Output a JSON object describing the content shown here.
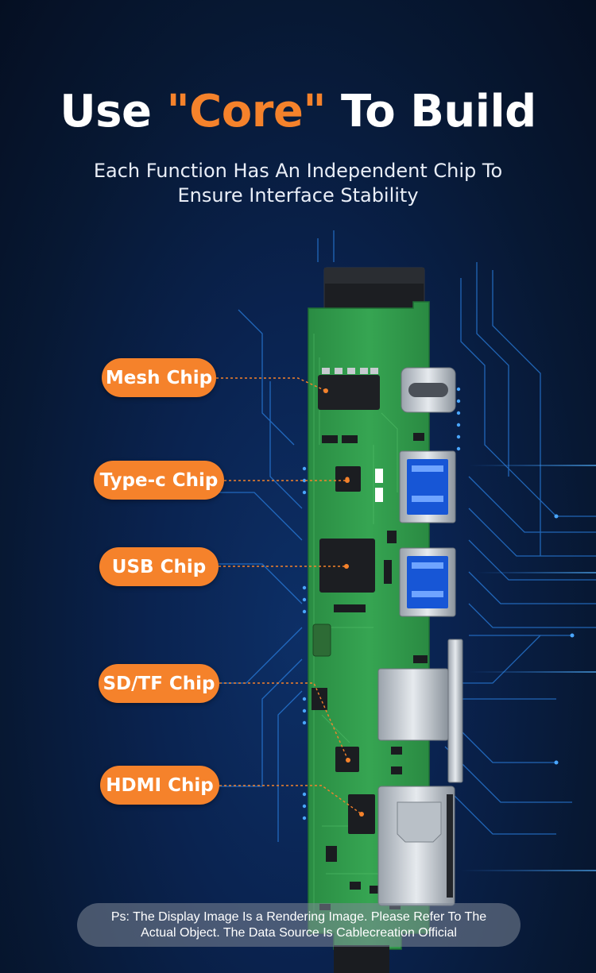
{
  "headline": {
    "prefix": "Use ",
    "highlight": "\"Core\"",
    "suffix": " To Build"
  },
  "subtitle": "Each Function Has An Independent Chip To\nEnsure Interface Stability",
  "chip_labels": [
    "Mesh Chip",
    "Type-c Chip",
    "USB Chip",
    "SD/TF Chip",
    "HDMI Chip"
  ],
  "disclaimer": "Ps: The Display Image Is a Rendering Image. Please Refer To The\nActual Object. The Data Source Is Cablecreation Official",
  "colors": {
    "accent": "#f5822b",
    "pcb": "#2f9a4a",
    "background": "#071833"
  }
}
